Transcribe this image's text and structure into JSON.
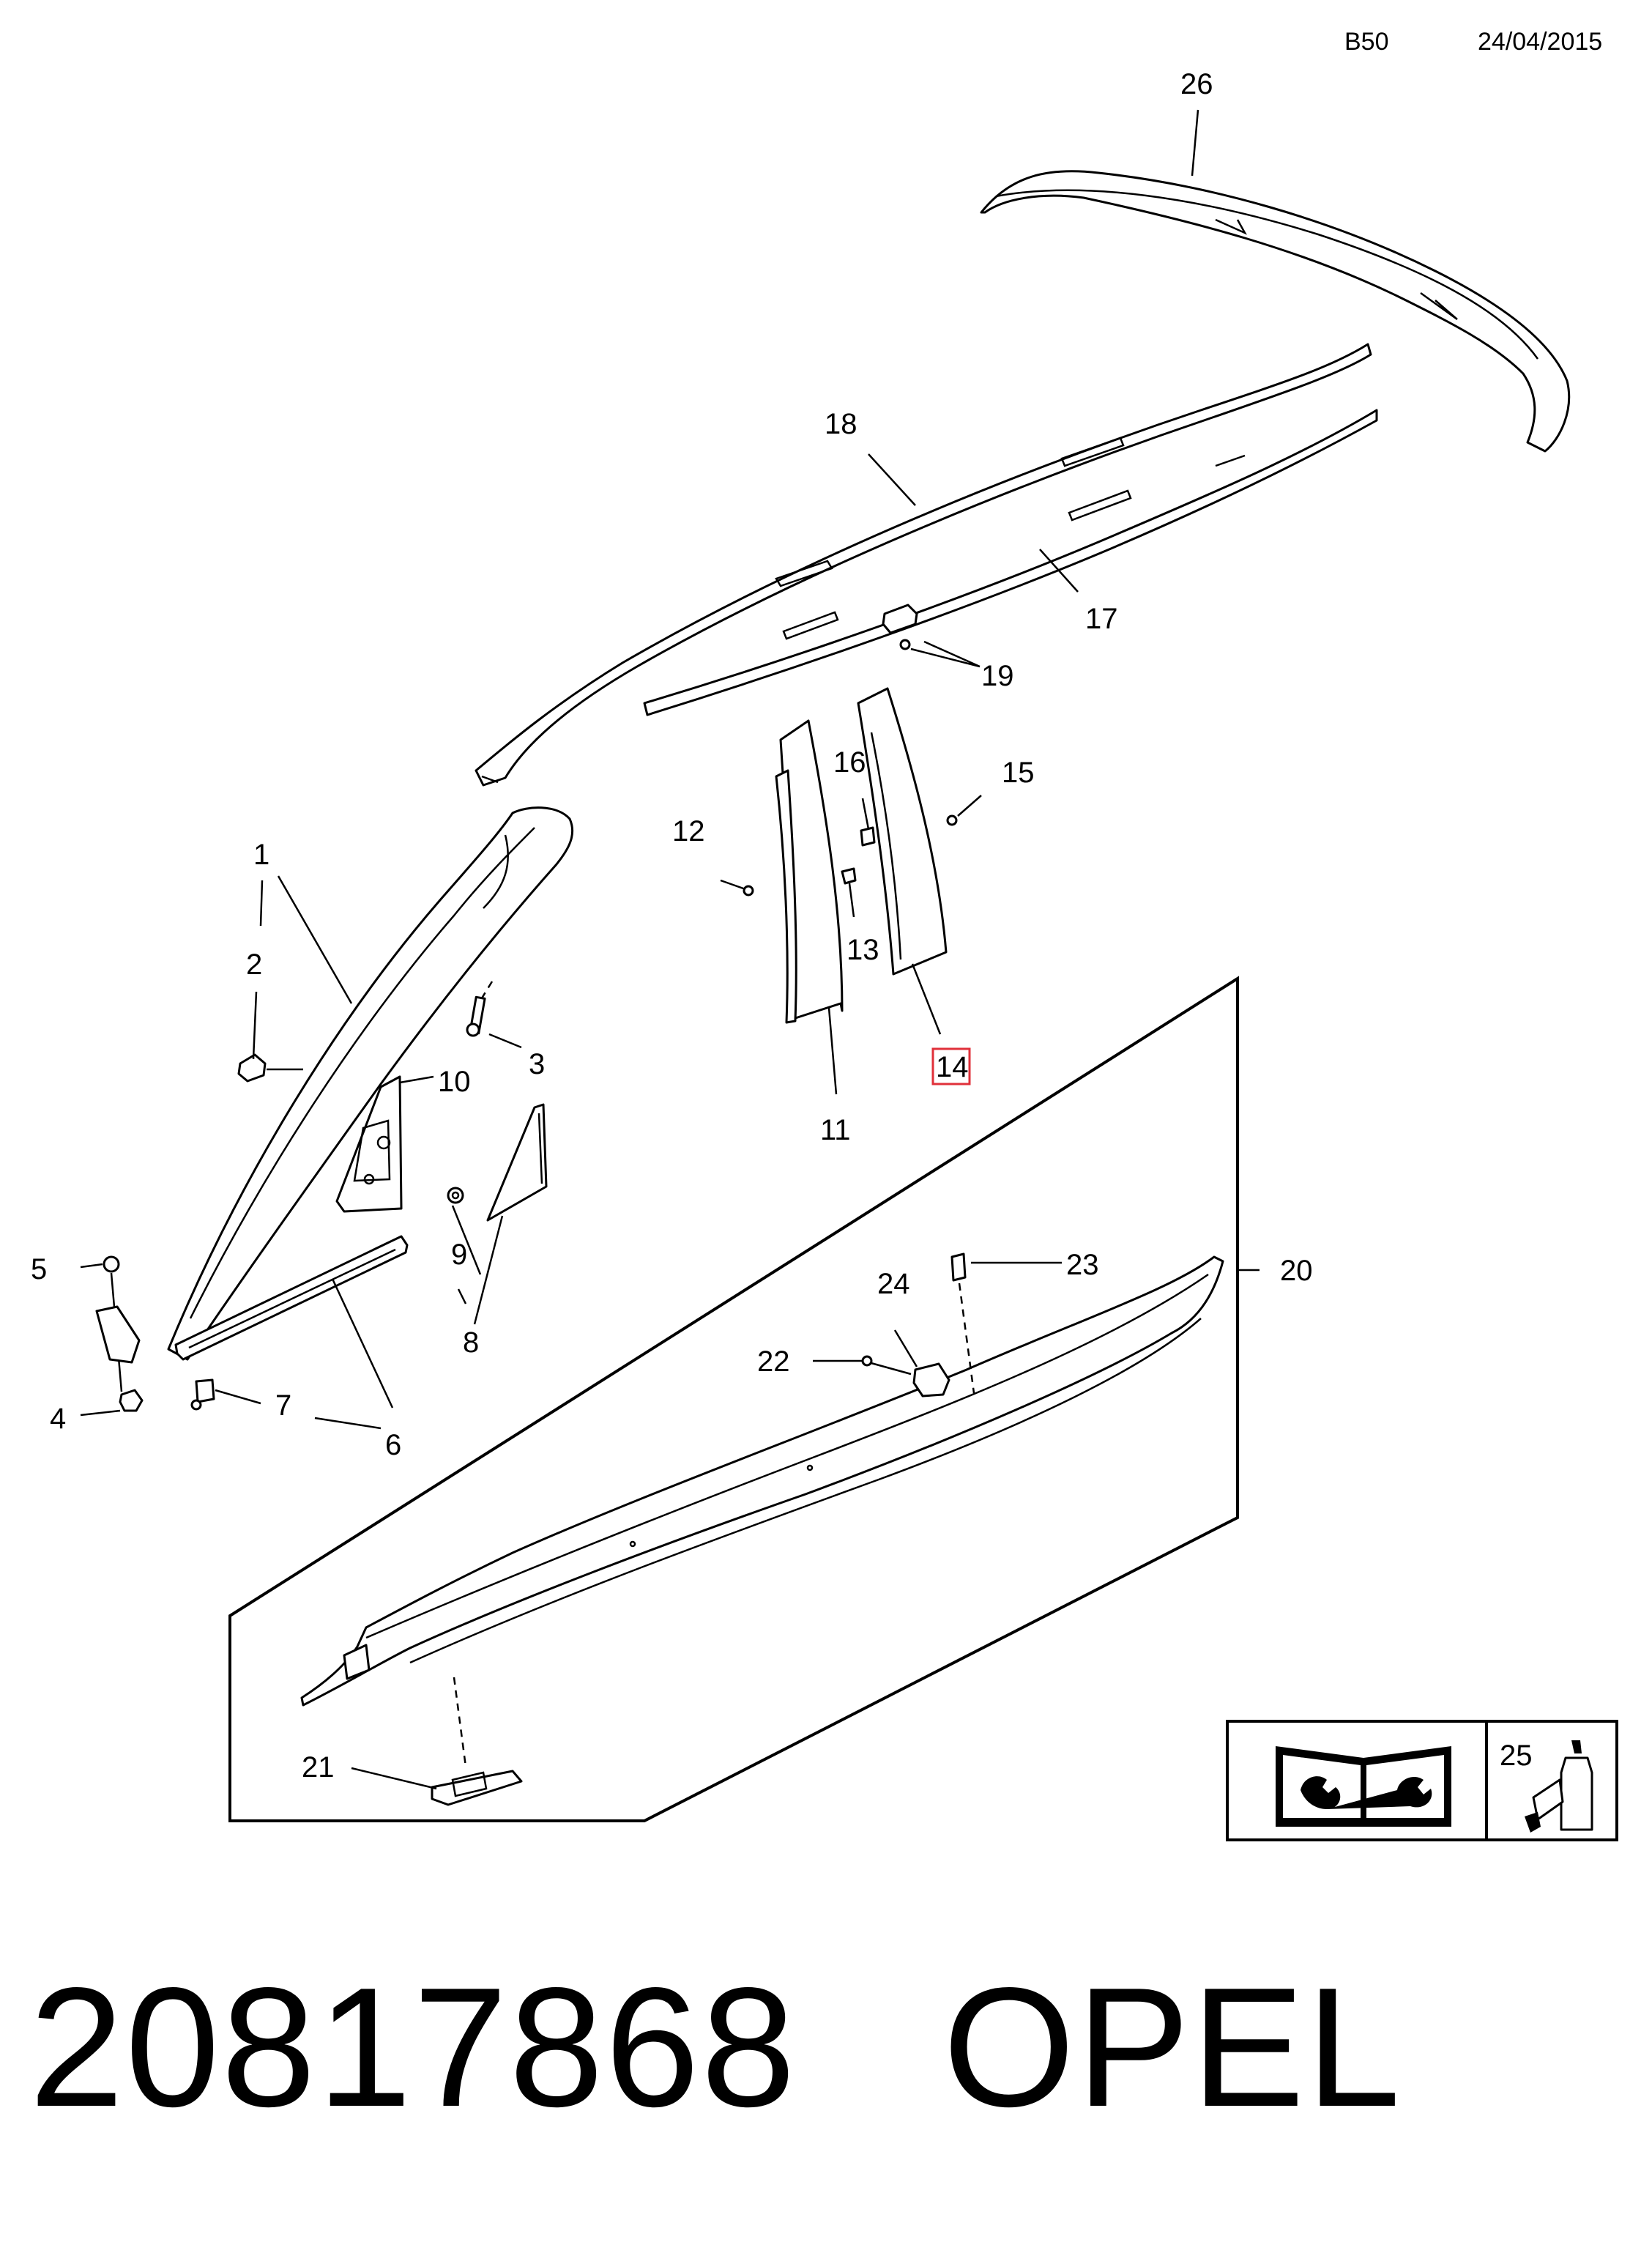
{
  "header": {
    "code": "B50",
    "date": "24/04/2015"
  },
  "callouts": [
    "1",
    "2",
    "3",
    "4",
    "5",
    "6",
    "7",
    "8",
    "9",
    "10",
    "11",
    "12",
    "13",
    "14",
    "15",
    "16",
    "17",
    "18",
    "19",
    "20",
    "21",
    "22",
    "23",
    "24",
    "25",
    "26"
  ],
  "highlighted_callout": "14",
  "legend": {
    "icon": "manual-wrench-icon",
    "adhesive_icon": "adhesive-bottle-icon"
  },
  "footer": {
    "part_number": "20817868",
    "brand": "OPEL"
  },
  "colors": {
    "highlight": "#e0303a",
    "ink": "#000000"
  }
}
